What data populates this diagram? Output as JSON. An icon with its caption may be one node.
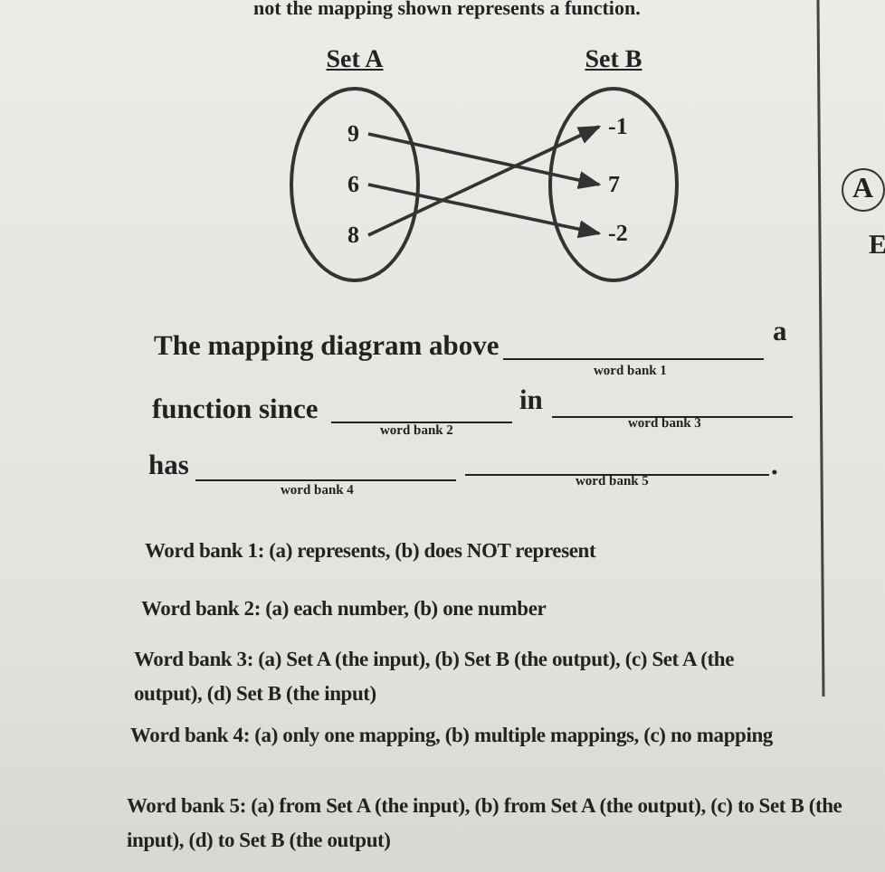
{
  "diagram": {
    "nodes": [
      {
        "text": [
          "Set A"
        ]
      },
      {
        "text": [
          "9"
        ],
        "in": 0
      },
      {
        "text": [
          "6"
        ],
        "in": 0
      },
      {
        "text": [
          "8"
        ],
        "in": 0
      },
      {
        "text": [
          "Set B"
        ]
      },
      {
        "text": [
          "-1"
        ],
        "in": 4
      },
      {
        "text": [
          "7"
        ],
        "in": 4
      },
      {
        "text": [
          "-2"
        ],
        "in": 4
      }
    ],
    "edges": [
      {
        "from": 1,
        "to": 6,
        "arrow": "to"
      },
      {
        "from": 2,
        "to": 7,
        "arrow": "to"
      },
      {
        "from": 3,
        "to": 5,
        "arrow": "to"
      }
    ],
    "labels": [
      "not the mapping shown represents a function.",
      "A",
      "E",
      "The mapping diagram above",
      "a",
      "word bank 1",
      "function since",
      "in",
      "word bank 2",
      "word bank 3",
      "has",
      ".",
      "word bank 4",
      "word bank 5",
      "Word bank 1: (a) represents, (b) does NOT represent",
      "Word bank 2: (a) each number, (b) one number",
      "Word bank 3: (a) Set A (the input), (b) Set B (the output), (c) Set A (the output), (d) Set B (the input)",
      "Word bank 4: (a) only one mapping, (b) multiple mappings, (c) no mapping",
      "Word bank 5: (a) from Set A (the input), (b) from Set A (the output), (c) to Set B (the input), (d) to Set B (the output)"
    ]
  }
}
